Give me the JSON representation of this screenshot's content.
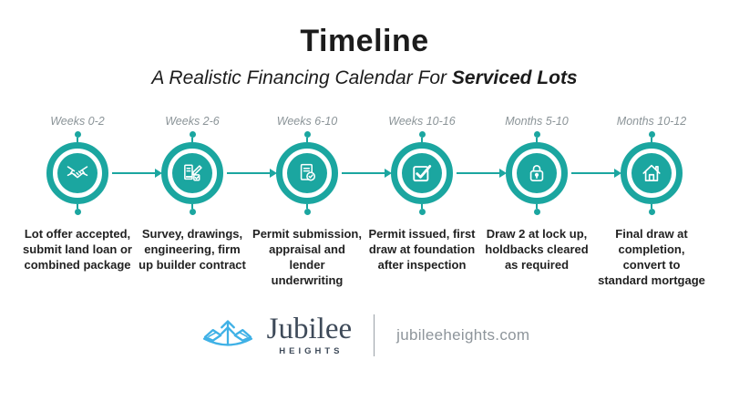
{
  "header": {
    "title": "Timeline",
    "subtitle_prefix": "A Realistic Financing Calendar For ",
    "subtitle_emphasis": "Serviced Lots"
  },
  "steps": [
    {
      "period": "Weeks 0-2",
      "icon": "handshake-icon",
      "description": "Lot offer accepted, submit land loan or combined package"
    },
    {
      "period": "Weeks 2-6",
      "icon": "blueprint-pencil-icon",
      "description": "Survey, drawings, engineering, firm up builder contract"
    },
    {
      "period": "Weeks 6-10",
      "icon": "document-check-icon",
      "description": "Permit submission, appraisal and lender underwriting"
    },
    {
      "period": "Weeks 10-16",
      "icon": "checkbox-icon",
      "description": "Permit issued, first draw at foundation after inspection"
    },
    {
      "period": "Months 5-10",
      "icon": "padlock-icon",
      "description": "Draw 2 at lock up, holdbacks cleared as required"
    },
    {
      "period": "Months 10-12",
      "icon": "house-icon",
      "description": "Final draw at completion, convert to standard mortgage"
    }
  ],
  "footer": {
    "brand_name": "Jubilee",
    "brand_tagline": "HEIGHTS",
    "website": "jubileeheights.com",
    "logo_icon": "jubilee-mountains-logo-icon"
  },
  "colors": {
    "accent_teal": "#1ba6a0",
    "label_gray": "#8b9498",
    "text_dark": "#1c1c1c",
    "brand_slate": "#3e4a59",
    "logo_blue": "#3fb1e6",
    "website_gray": "#8e959b"
  }
}
